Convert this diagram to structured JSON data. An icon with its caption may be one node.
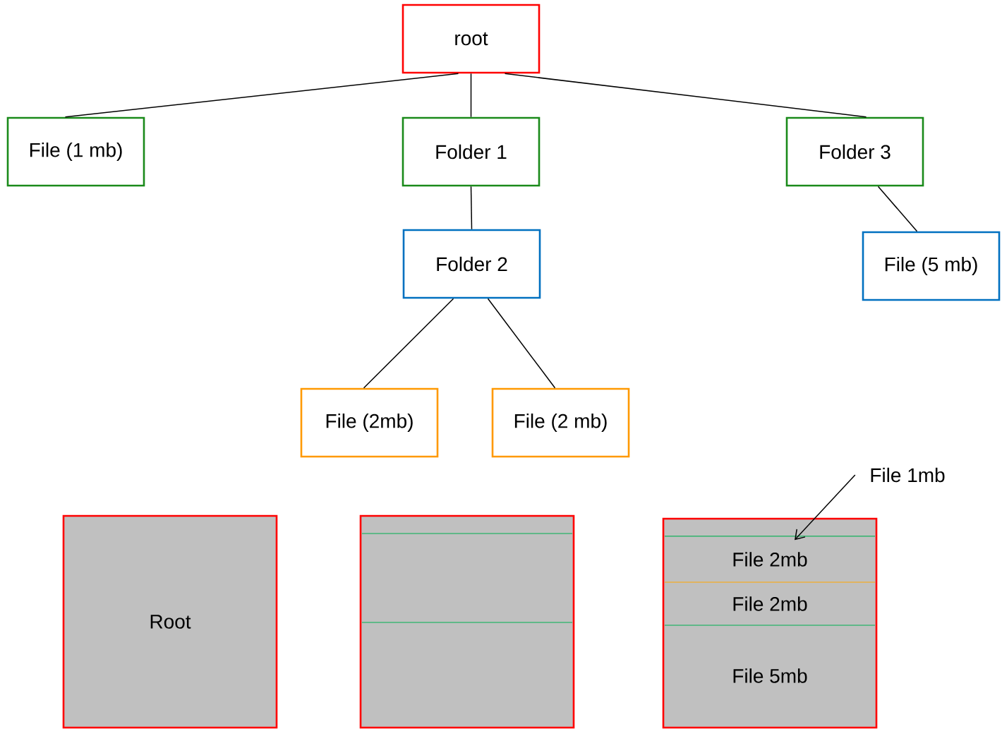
{
  "diagram": {
    "nodes": [
      {
        "text": [
          "root"
        ]
      },
      {
        "text": [
          "File (1 mb)"
        ]
      },
      {
        "text": [
          "Folder 1"
        ]
      },
      {
        "text": [
          "Folder 3"
        ]
      },
      {
        "text": [
          "Folder 2"
        ]
      },
      {
        "text": [
          "File (5 mb)"
        ]
      },
      {
        "text": [
          "File (2mb)"
        ]
      },
      {
        "text": [
          "File (2 mb)"
        ]
      },
      {
        "text": [
          "Root"
        ]
      },
      {
        "text": [],
        "shape": "box"
      },
      {
        "text": [],
        "shape": "box"
      },
      {
        "text": [],
        "shape": "box",
        "in": 10
      },
      {
        "text": [
          "File 2mb"
        ],
        "in": 10
      },
      {
        "text": [
          "File 2mb"
        ],
        "in": 10
      },
      {
        "text": [
          "File 5mb"
        ],
        "in": 10
      },
      {
        "text": [
          "File 1mb"
        ]
      }
    ],
    "edges": [
      {
        "from": 0,
        "to": 1,
        "arrow": "none"
      },
      {
        "from": 0,
        "to": 2,
        "arrow": "none"
      },
      {
        "from": 0,
        "to": 3,
        "arrow": "none"
      },
      {
        "from": 2,
        "to": 4,
        "arrow": "none"
      },
      {
        "from": 3,
        "to": 5,
        "arrow": "none"
      },
      {
        "from": 4,
        "to": 6,
        "arrow": "none"
      },
      {
        "from": 4,
        "to": 7,
        "arrow": "none"
      },
      {
        "from": 15,
        "to": 11,
        "arrow": "to"
      }
    ]
  }
}
